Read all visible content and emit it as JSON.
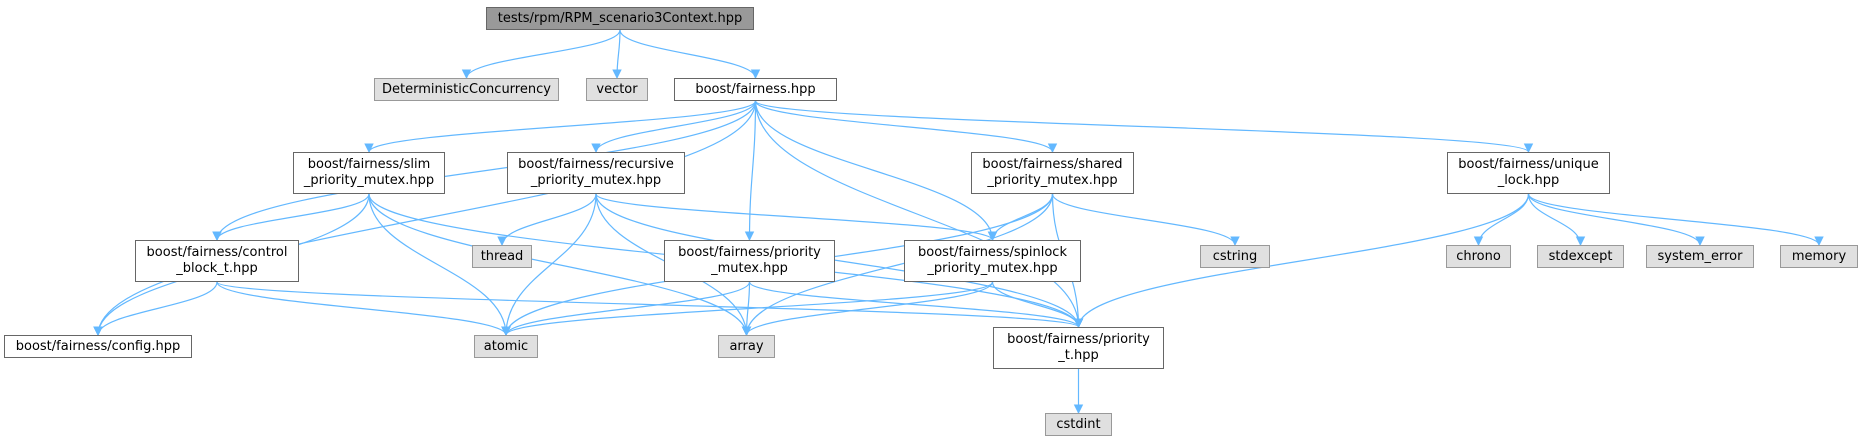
{
  "nodes": [
    {
      "id": "root",
      "kind": "root",
      "lines": [
        "tests/rpm/RPM_scenario3Context.hpp"
      ]
    },
    {
      "id": "det",
      "kind": "external",
      "lines": [
        "DeterministicConcurrency"
      ]
    },
    {
      "id": "vector",
      "kind": "external",
      "lines": [
        "vector"
      ]
    },
    {
      "id": "fairness",
      "kind": "internal",
      "lines": [
        "boost/fairness.hpp"
      ]
    },
    {
      "id": "slim",
      "kind": "internal",
      "lines": [
        "boost/fairness/slim",
        "_priority_mutex.hpp"
      ]
    },
    {
      "id": "recursive",
      "kind": "internal",
      "lines": [
        "boost/fairness/recursive",
        "_priority_mutex.hpp"
      ]
    },
    {
      "id": "shared",
      "kind": "internal",
      "lines": [
        "boost/fairness/shared",
        "_priority_mutex.hpp"
      ]
    },
    {
      "id": "unique",
      "kind": "internal",
      "lines": [
        "boost/fairness/unique",
        "_lock.hpp"
      ]
    },
    {
      "id": "control",
      "kind": "internal",
      "lines": [
        "boost/fairness/control",
        "_block_t.hpp"
      ]
    },
    {
      "id": "thread",
      "kind": "external",
      "lines": [
        "thread"
      ]
    },
    {
      "id": "pmutex",
      "kind": "internal",
      "lines": [
        "boost/fairness/priority",
        "_mutex.hpp"
      ]
    },
    {
      "id": "spinlock",
      "kind": "internal",
      "lines": [
        "boost/fairness/spinlock",
        "_priority_mutex.hpp"
      ]
    },
    {
      "id": "cstring",
      "kind": "external",
      "lines": [
        "cstring"
      ]
    },
    {
      "id": "chrono",
      "kind": "external",
      "lines": [
        "chrono"
      ]
    },
    {
      "id": "stdexcept",
      "kind": "external",
      "lines": [
        "stdexcept"
      ]
    },
    {
      "id": "system_error",
      "kind": "external",
      "lines": [
        "system_error"
      ]
    },
    {
      "id": "memory",
      "kind": "external",
      "lines": [
        "memory"
      ]
    },
    {
      "id": "config",
      "kind": "internal",
      "lines": [
        "boost/fairness/config.hpp"
      ]
    },
    {
      "id": "atomic",
      "kind": "external",
      "lines": [
        "atomic"
      ]
    },
    {
      "id": "array",
      "kind": "external",
      "lines": [
        "array"
      ]
    },
    {
      "id": "prio_t",
      "kind": "internal",
      "lines": [
        "boost/fairness/priority",
        "_t.hpp"
      ]
    },
    {
      "id": "cstdint",
      "kind": "external",
      "lines": [
        "cstdint"
      ]
    }
  ],
  "edges": [
    [
      "root",
      "det"
    ],
    [
      "root",
      "vector"
    ],
    [
      "root",
      "fairness"
    ],
    [
      "fairness",
      "config"
    ],
    [
      "fairness",
      "control"
    ],
    [
      "fairness",
      "slim"
    ],
    [
      "fairness",
      "recursive"
    ],
    [
      "fairness",
      "pmutex"
    ],
    [
      "fairness",
      "spinlock"
    ],
    [
      "fairness",
      "shared"
    ],
    [
      "fairness",
      "prio_t"
    ],
    [
      "fairness",
      "unique"
    ],
    [
      "slim",
      "config"
    ],
    [
      "slim",
      "control"
    ],
    [
      "slim",
      "atomic"
    ],
    [
      "slim",
      "array"
    ],
    [
      "slim",
      "prio_t"
    ],
    [
      "control",
      "config"
    ],
    [
      "control",
      "atomic"
    ],
    [
      "control",
      "prio_t"
    ],
    [
      "recursive",
      "atomic"
    ],
    [
      "recursive",
      "thread"
    ],
    [
      "recursive",
      "array"
    ],
    [
      "recursive",
      "spinlock"
    ],
    [
      "recursive",
      "prio_t"
    ],
    [
      "pmutex",
      "atomic"
    ],
    [
      "pmutex",
      "array"
    ],
    [
      "pmutex",
      "prio_t"
    ],
    [
      "spinlock",
      "atomic"
    ],
    [
      "spinlock",
      "array"
    ],
    [
      "spinlock",
      "prio_t"
    ],
    [
      "shared",
      "atomic"
    ],
    [
      "shared",
      "spinlock"
    ],
    [
      "shared",
      "cstring"
    ],
    [
      "shared",
      "array"
    ],
    [
      "shared",
      "prio_t"
    ],
    [
      "unique",
      "prio_t"
    ],
    [
      "unique",
      "chrono"
    ],
    [
      "unique",
      "stdexcept"
    ],
    [
      "unique",
      "system_error"
    ],
    [
      "unique",
      "memory"
    ],
    [
      "prio_t",
      "cstdint"
    ]
  ],
  "colors": {
    "edge": "#63b8ff",
    "root_fill": "#999999",
    "internal_fill": "#ffffff",
    "external_fill": "#e0e0e0",
    "border": "#666666"
  }
}
